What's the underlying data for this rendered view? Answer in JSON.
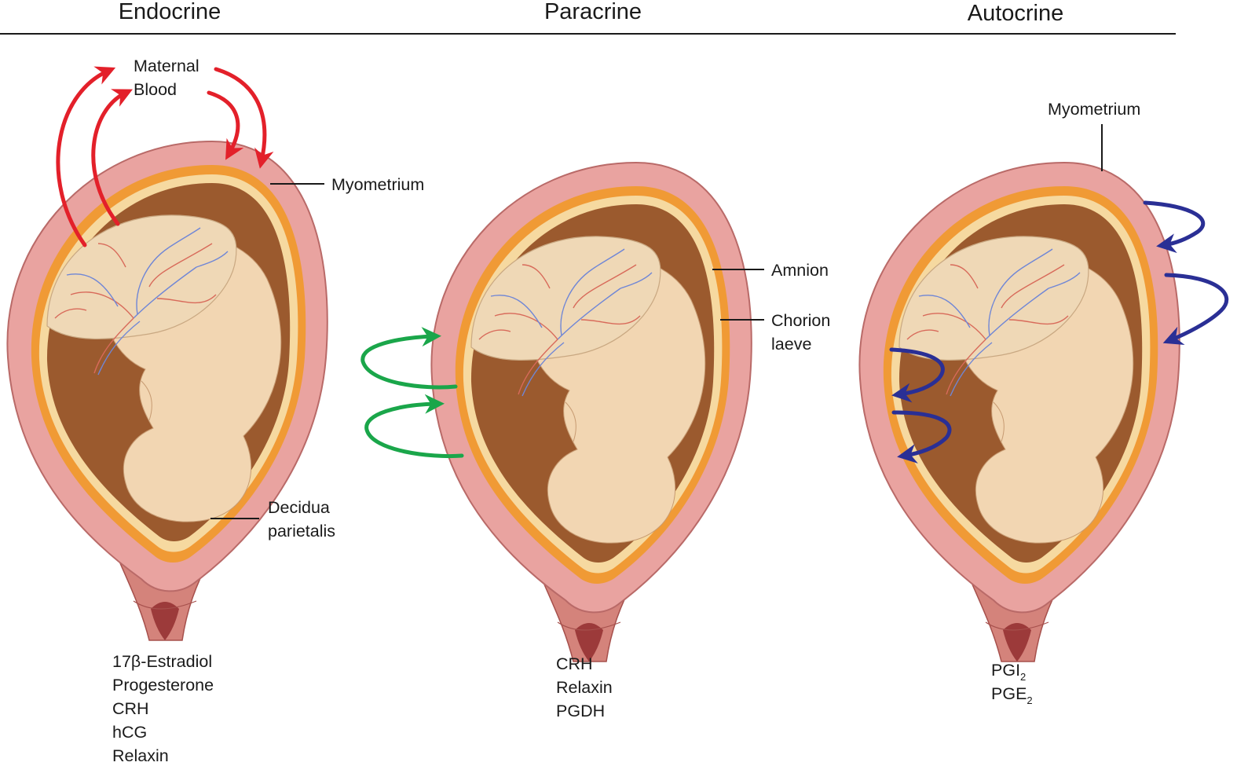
{
  "headers": {
    "endocrine": "Endocrine",
    "paracrine": "Paracrine",
    "autocrine": "Autocrine"
  },
  "labels": {
    "maternal_line1": "Maternal",
    "maternal_line2": "Blood",
    "myometrium_left": "Myometrium",
    "amnion": "Amnion",
    "chorion_line1": "Chorion",
    "chorion_line2": "laeve",
    "decidua_line1": "Decidua",
    "decidua_line2": "parietalis",
    "myometrium_right": "Myometrium"
  },
  "lists": {
    "endocrine": [
      "17β-Estradiol",
      "Progesterone",
      "CRH",
      "hCG",
      "Relaxin"
    ],
    "paracrine": [
      "CRH",
      "Relaxin",
      "PGDH"
    ],
    "autocrine": [
      {
        "base": "PGI",
        "sub": "2"
      },
      {
        "base": "PGE",
        "sub": "2"
      }
    ]
  },
  "colors": {
    "endocrine_arrow": "#e3202a",
    "paracrine_arrow": "#1aa64a",
    "autocrine_arrow": "#2a2f95",
    "myometrium": "#e9a3a0",
    "chorion": "#f09a35",
    "amnion": "#f6d9a0",
    "cavity": "#9b5a2e",
    "fetus": "#f2d6b2"
  }
}
